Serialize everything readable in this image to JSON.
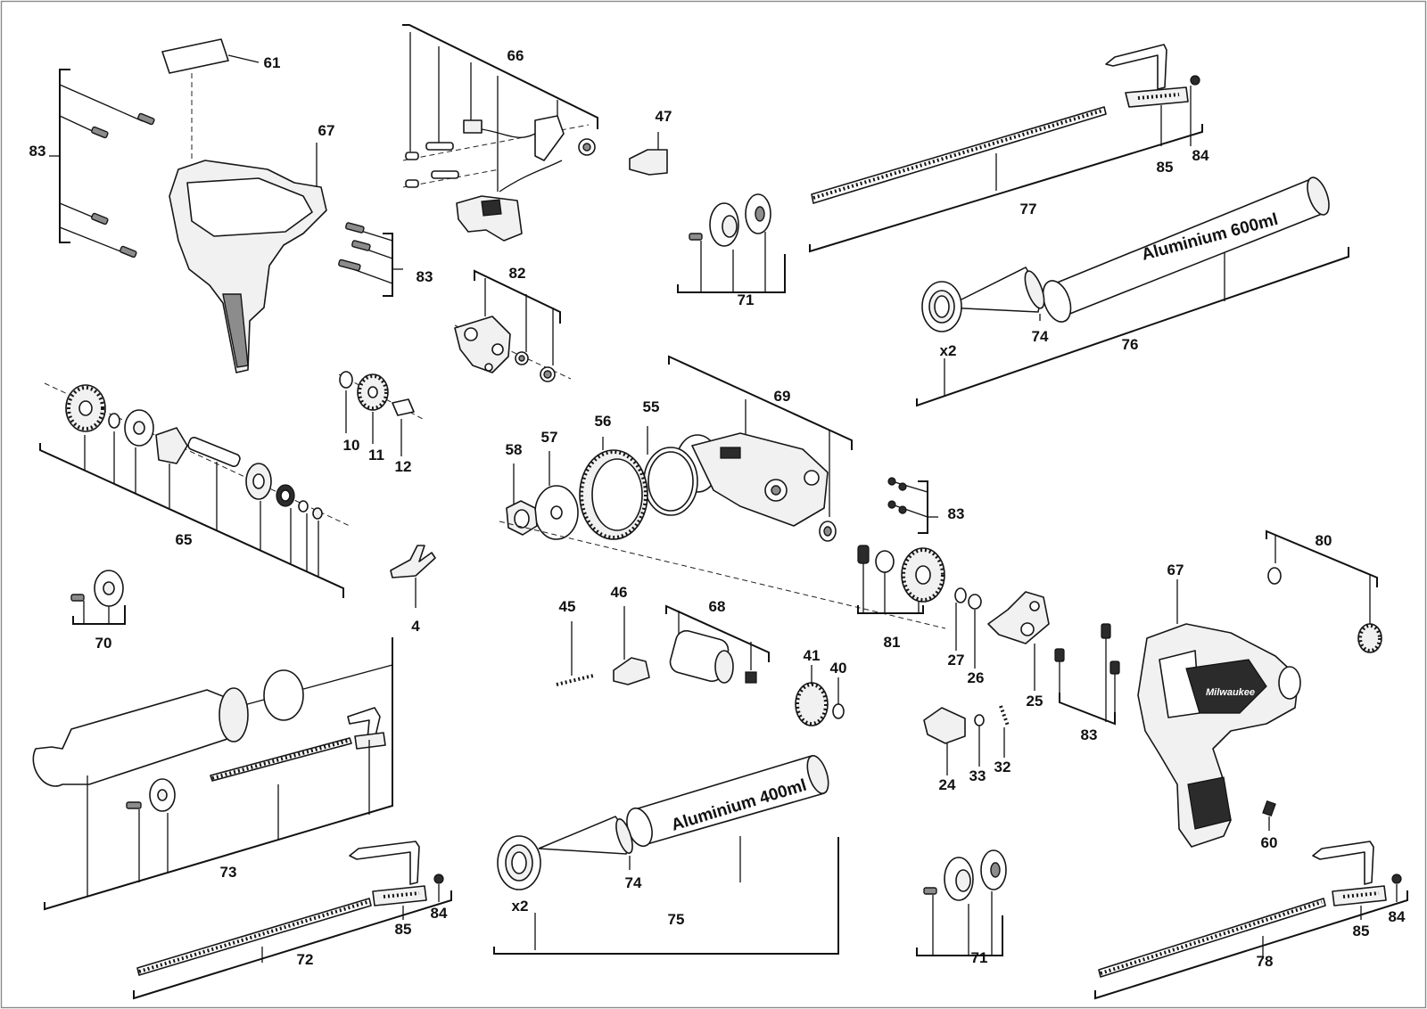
{
  "labels": {
    "l61": "61",
    "l66": "66",
    "l47": "47",
    "l83a": "83",
    "l67a": "67",
    "l83b": "83",
    "l85a": "85",
    "l84a": "84",
    "l77": "77",
    "l71a": "71",
    "l82": "82",
    "l74a": "74",
    "l76": "76",
    "l10": "10",
    "l11": "11",
    "l12": "12",
    "l69": "69",
    "l58": "58",
    "l57": "57",
    "l56": "56",
    "l55": "55",
    "l83c": "83",
    "l65": "65",
    "l4": "4",
    "l80": "80",
    "l67b": "67",
    "l70": "70",
    "l45": "45",
    "l46": "46",
    "l68": "68",
    "l81": "81",
    "l27": "27",
    "l26": "26",
    "l25": "25",
    "l41": "41",
    "l40": "40",
    "l83d": "83",
    "l24": "24",
    "l33": "33",
    "l32": "32",
    "l60": "60",
    "l73": "73",
    "l74b": "74",
    "l75": "75",
    "l85b": "85",
    "l84b": "84",
    "l72": "72",
    "l71b": "71",
    "l85c": "85",
    "l84c": "84",
    "l78": "78"
  },
  "multipliers": {
    "x2a": "x2",
    "x2b": "x2"
  },
  "tubes": {
    "t600": "Aluminium 600ml",
    "t400": "Aluminium 400ml"
  },
  "brand": {
    "logo": "Milwaukee"
  }
}
